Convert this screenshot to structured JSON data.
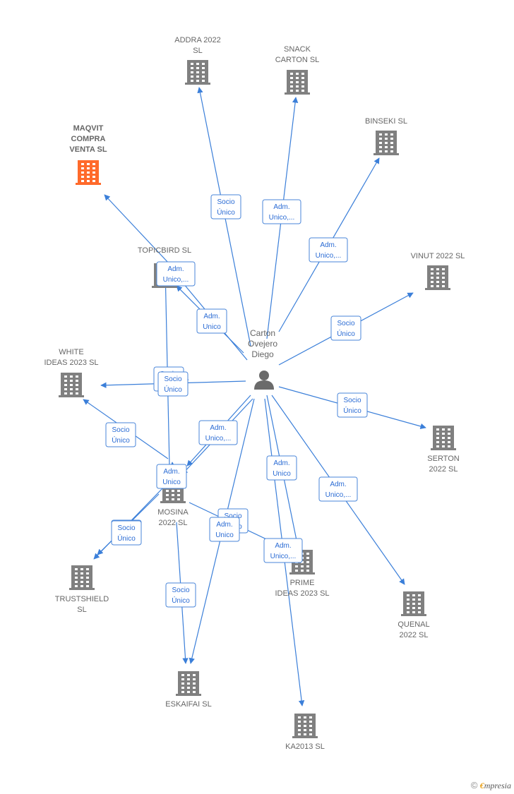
{
  "colors": {
    "edge": "#3b7fd9",
    "building": "#808080",
    "highlight": "#ff6a2b",
    "person": "#6b6b6b"
  },
  "center": {
    "lines": [
      "Carton",
      "Ovejero",
      "Diego"
    ],
    "icon": "person-icon"
  },
  "companies": [
    {
      "id": "addra",
      "lines": [
        "ADDRA 2022",
        "SL"
      ]
    },
    {
      "id": "snack",
      "lines": [
        "SNACK",
        "CARTON  SL"
      ]
    },
    {
      "id": "maqvit",
      "lines": [
        "MAQVIT",
        "COMPRA",
        "VENTA  SL"
      ],
      "highlight": true
    },
    {
      "id": "binseki",
      "lines": [
        "BINSEKI  SL"
      ]
    },
    {
      "id": "vinut",
      "lines": [
        "VINUT 2022  SL"
      ]
    },
    {
      "id": "topicbird",
      "lines": [
        "TOPICBIRD  SL"
      ]
    },
    {
      "id": "white",
      "lines": [
        "WHITE",
        "IDEAS 2023  SL"
      ]
    },
    {
      "id": "serton",
      "lines": [
        "SERTON",
        "2022  SL"
      ]
    },
    {
      "id": "mosina",
      "lines": [
        "MOSINA",
        "2022  SL"
      ]
    },
    {
      "id": "trustshield",
      "lines": [
        "TRUSTSHIELD",
        "SL"
      ]
    },
    {
      "id": "prime",
      "lines": [
        "PRIME",
        "IDEAS 2023  SL"
      ]
    },
    {
      "id": "quenal",
      "lines": [
        "QUENAL",
        "2022  SL"
      ]
    },
    {
      "id": "eskaifai",
      "lines": [
        "ESKAIFAI  SL"
      ]
    },
    {
      "id": "ka2013",
      "lines": [
        "KA2013  SL"
      ]
    }
  ],
  "roles": [
    {
      "id": "r-addra",
      "lines": [
        "Socio",
        "Único"
      ]
    },
    {
      "id": "r-snack",
      "lines": [
        "Adm.",
        "Unico,..."
      ]
    },
    {
      "id": "r-binseki",
      "lines": [
        "Adm.",
        "Unico,..."
      ]
    },
    {
      "id": "r-vinut",
      "lines": [
        "Socio",
        "Único"
      ]
    },
    {
      "id": "r-maqvit",
      "lines": [
        "Adm.",
        "Unico,..."
      ]
    },
    {
      "id": "r-topic",
      "lines": [
        "Adm.",
        "Unico"
      ]
    },
    {
      "id": "r-white",
      "lines": [
        "Socio",
        "Único"
      ]
    },
    {
      "id": "r-white2",
      "lines": [
        "Socio",
        "Único"
      ]
    },
    {
      "id": "r-serton",
      "lines": [
        "Socio",
        "Único"
      ]
    },
    {
      "id": "r-mosina-a",
      "lines": [
        "Adm.",
        "Unico,..."
      ]
    },
    {
      "id": "r-socio-topic",
      "lines": [
        "Socio",
        "Único"
      ]
    },
    {
      "id": "r-mosina-b",
      "lines": [
        "Adm.",
        "Unico"
      ]
    },
    {
      "id": "r-trust",
      "lines": [
        "Socio",
        "Único"
      ]
    },
    {
      "id": "r-trust2",
      "lines": [
        "Socio",
        "Único"
      ]
    },
    {
      "id": "r-prime",
      "lines": [
        "Adm.",
        "Unico"
      ]
    },
    {
      "id": "r-quenal",
      "lines": [
        "Adm.",
        "Unico,..."
      ]
    },
    {
      "id": "r-esk",
      "lines": [
        "Socio",
        "Único"
      ]
    },
    {
      "id": "r-mos-socio",
      "lines": [
        "Socio",
        "Único"
      ]
    },
    {
      "id": "r-esk2",
      "lines": [
        "Adm.",
        "Unico"
      ]
    },
    {
      "id": "r-ka",
      "lines": [
        "Adm.",
        "Unico,..."
      ]
    }
  ],
  "footer": {
    "symbol": "©",
    "brand_first": "€",
    "brand_rest": "mpresia"
  }
}
